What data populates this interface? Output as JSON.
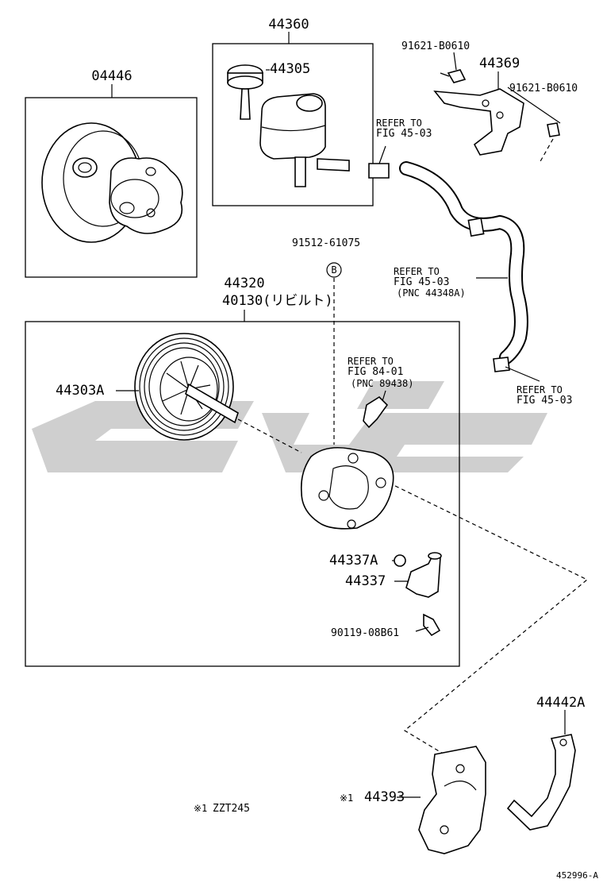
{
  "parts": {
    "p04446": "04446",
    "p44360": "44360",
    "p44305": "44305",
    "p91621_top": "91621-B0610",
    "p44369": "44369",
    "p91621_right": "91621-B0610",
    "p91512": "91512-61075",
    "circle_b": "B",
    "p44320": "44320",
    "p40130": "40130(リビルト)",
    "p44303A": "44303A",
    "p44337A": "44337A",
    "p44337": "44337",
    "p90119": "90119-08B61",
    "p44442A": "44442A",
    "p44393": "44393",
    "note_mark": "※1",
    "note_mark_2": "※1",
    "note_model": "ZZT245",
    "figure_id": "452996-A"
  },
  "refs": {
    "ref1_line1": "REFER TO",
    "ref1_line2": "FIG 45-03",
    "ref2_line1": "REFER TO",
    "ref2_line2": "FIG 45-03",
    "ref2_line3": "(PNC 44348A)",
    "ref3_line1": "REFER TO",
    "ref3_line2": "FIG 84-01",
    "ref3_line3": "(PNC 89438)",
    "ref4_line1": "REFER TO",
    "ref4_line2": "FIG 45-03"
  }
}
